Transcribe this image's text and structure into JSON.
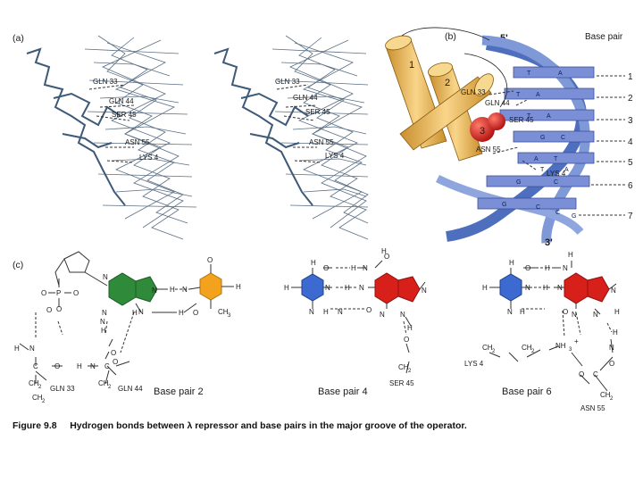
{
  "panels": {
    "a": "(a)",
    "b": "(b)",
    "c": "(c)"
  },
  "panel_a": {
    "labels": [
      "GLN 33",
      "GLN 44",
      "SER 45",
      "ASN 55",
      "LYS  4"
    ]
  },
  "panel_b": {
    "prime5": "5'",
    "prime3": "3'",
    "header": "Base pair",
    "helices": [
      "1",
      "2",
      "3"
    ],
    "residues": [
      "GLN 33",
      "GLN 44",
      "SER 45",
      "ASN 55",
      "LYS  4"
    ],
    "pair_numbers": [
      "1",
      "2",
      "3",
      "4",
      "5",
      "6",
      "7"
    ],
    "bases": [
      "T",
      "A",
      "A",
      "T",
      "T",
      "A",
      "G",
      "C",
      "A",
      "T",
      "T",
      "A",
      "G",
      "C",
      "G",
      "C",
      "C",
      "G"
    ]
  },
  "panel_c": {
    "pair2": {
      "label": "Base pair 2",
      "residues": [
        "GLN 33",
        "GLN 44"
      ],
      "atoms": [
        "O",
        "P",
        "O",
        "O",
        "H",
        "N",
        "C",
        "O",
        "CH",
        "2",
        "H",
        "N",
        "C",
        "O",
        "CH",
        "2",
        "CH",
        "2",
        "N",
        "N",
        "N",
        "H",
        "H",
        "N",
        "O",
        "O",
        "CH",
        "3",
        "H",
        "H",
        "N",
        "N",
        "H",
        "O",
        "O"
      ]
    },
    "pair4": {
      "label": "Base pair 4",
      "residue": "SER 45",
      "atoms": [
        "H",
        "O",
        "H",
        "N",
        "H",
        "H",
        "N",
        "N",
        "H",
        "N",
        "O",
        "N",
        "N",
        "H",
        "O",
        "CH",
        "2",
        "H",
        "O",
        "N",
        "N"
      ]
    },
    "pair6": {
      "label": "Base pair 6",
      "residues": [
        "LYS  4",
        "ASN 55"
      ],
      "atoms": [
        "H",
        "O",
        "H",
        "N",
        "H",
        "H",
        "N",
        "N",
        "H",
        "N",
        "O",
        "N",
        "N",
        "H",
        "CH",
        "2",
        "CH",
        "2",
        "NH",
        "3",
        "+",
        "H",
        "N",
        "O",
        "C",
        "CH",
        "2",
        "H",
        "N",
        "O"
      ]
    }
  },
  "caption": {
    "figure": "Figure 9.8",
    "text": "Hydrogen bonds between λ repressor and base pairs in the major groove of the operator."
  },
  "colors": {
    "green": "#2f8a3a",
    "orange": "#f2a21c",
    "blue": "#3d6ad0",
    "red": "#d8201a",
    "dna_ribbon": "#6b86cc",
    "helix_cyl": "#f0c060"
  }
}
